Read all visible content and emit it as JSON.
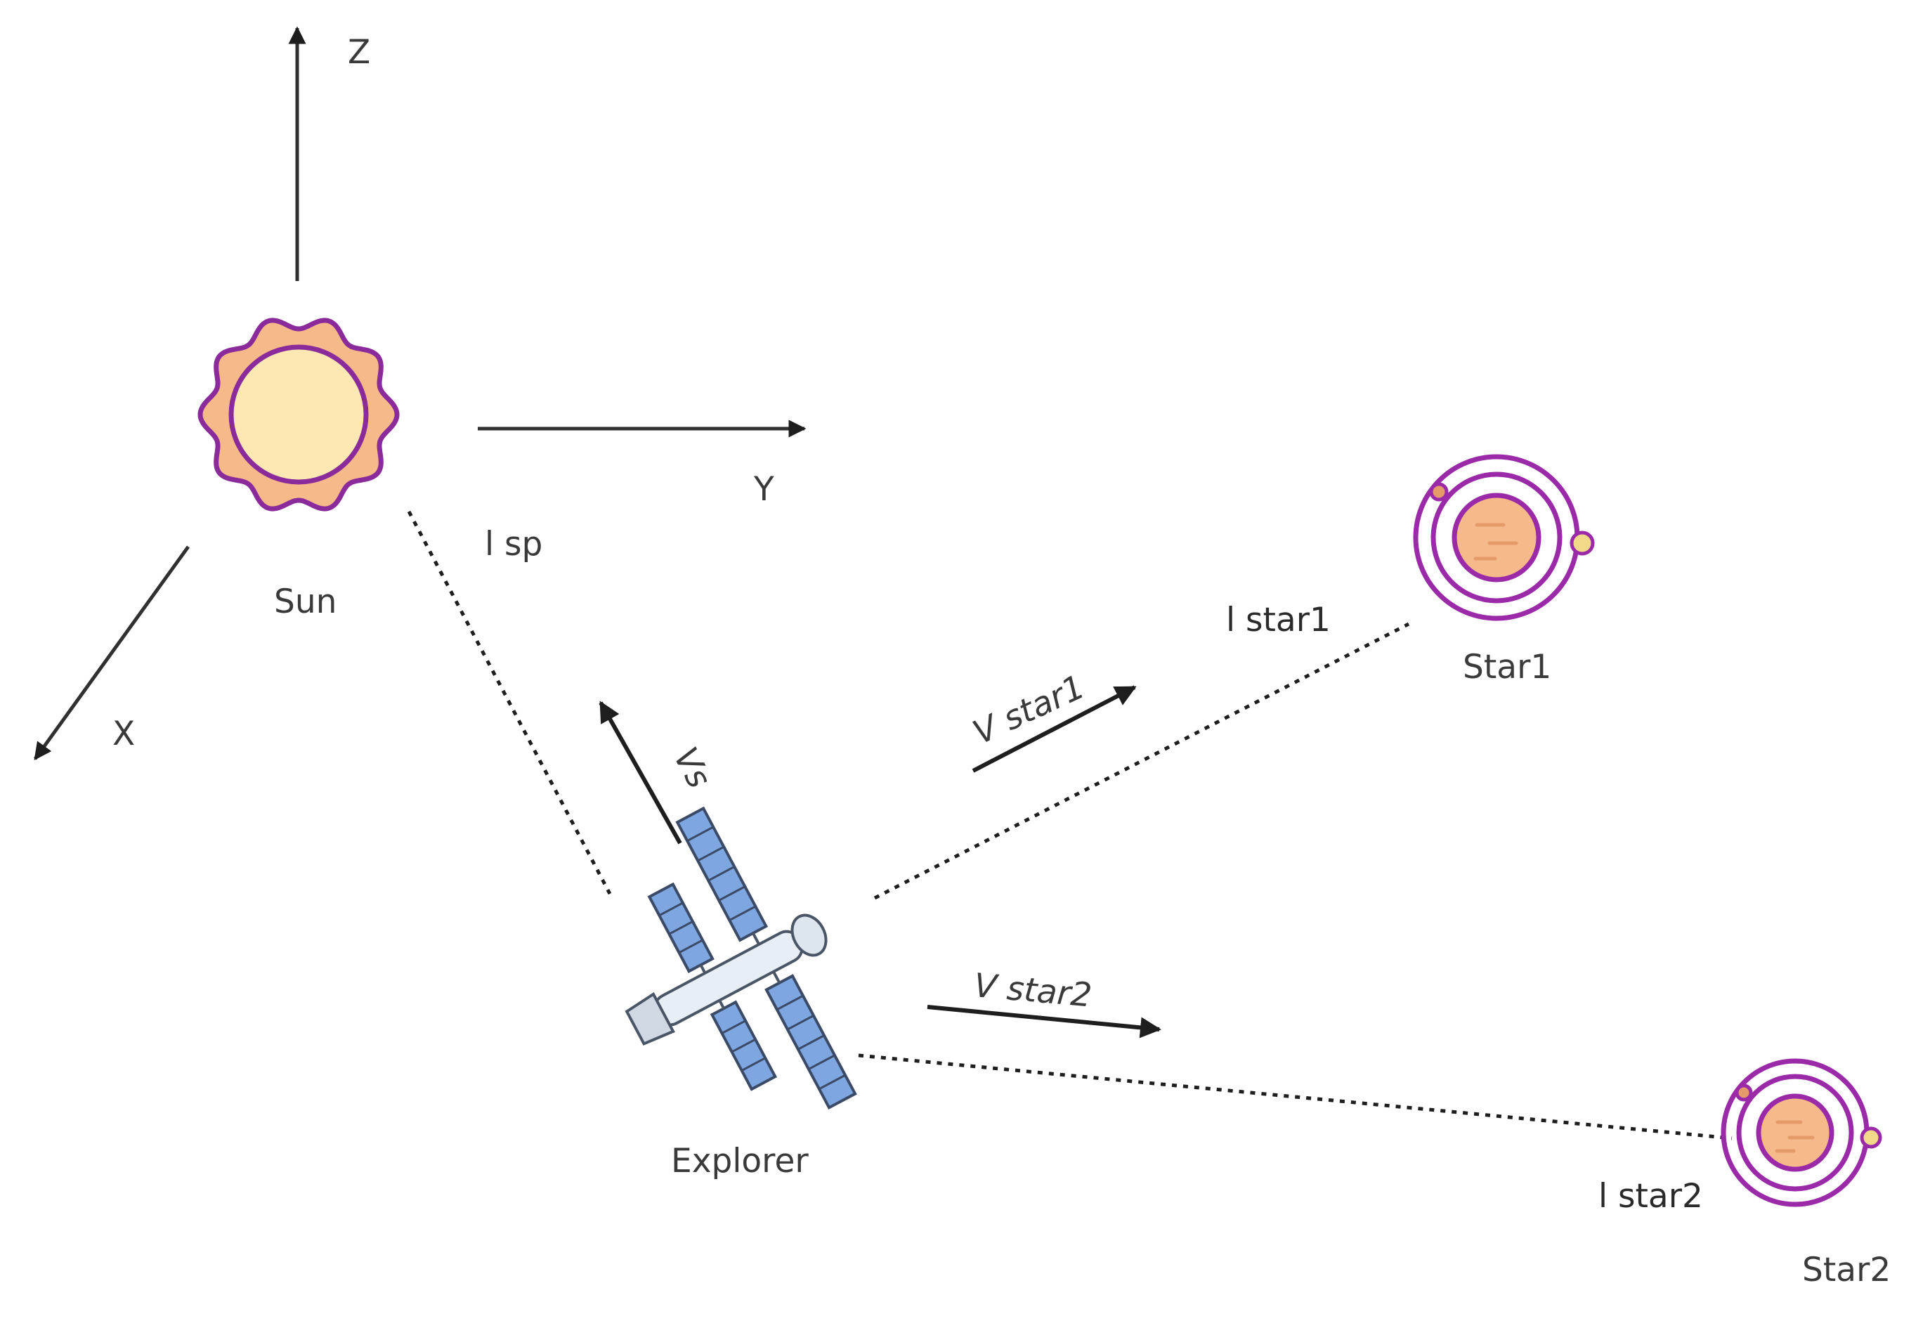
{
  "axes": {
    "z": "Z",
    "y": "Y",
    "x": "X"
  },
  "bodies": {
    "sun": "Sun",
    "star1": "Star1",
    "star2": "Star2",
    "explorer": "Explorer"
  },
  "vectors": {
    "vs": "Vs",
    "vstar1": "V star1",
    "vstar2": "V star2"
  },
  "lines": {
    "l_sp": "l sp",
    "l_star1": "l star1",
    "l_star2": "l star2"
  },
  "colors": {
    "sun_outer": "#f6b98a",
    "sun_inner": "#fde8b3",
    "outline": "#8a2a9b",
    "planet": "#f6b98a",
    "orbit": "#9b2aa8",
    "moon": "#f2d98a",
    "panel": "#7ea6e0",
    "line": "#1e1e1e"
  }
}
